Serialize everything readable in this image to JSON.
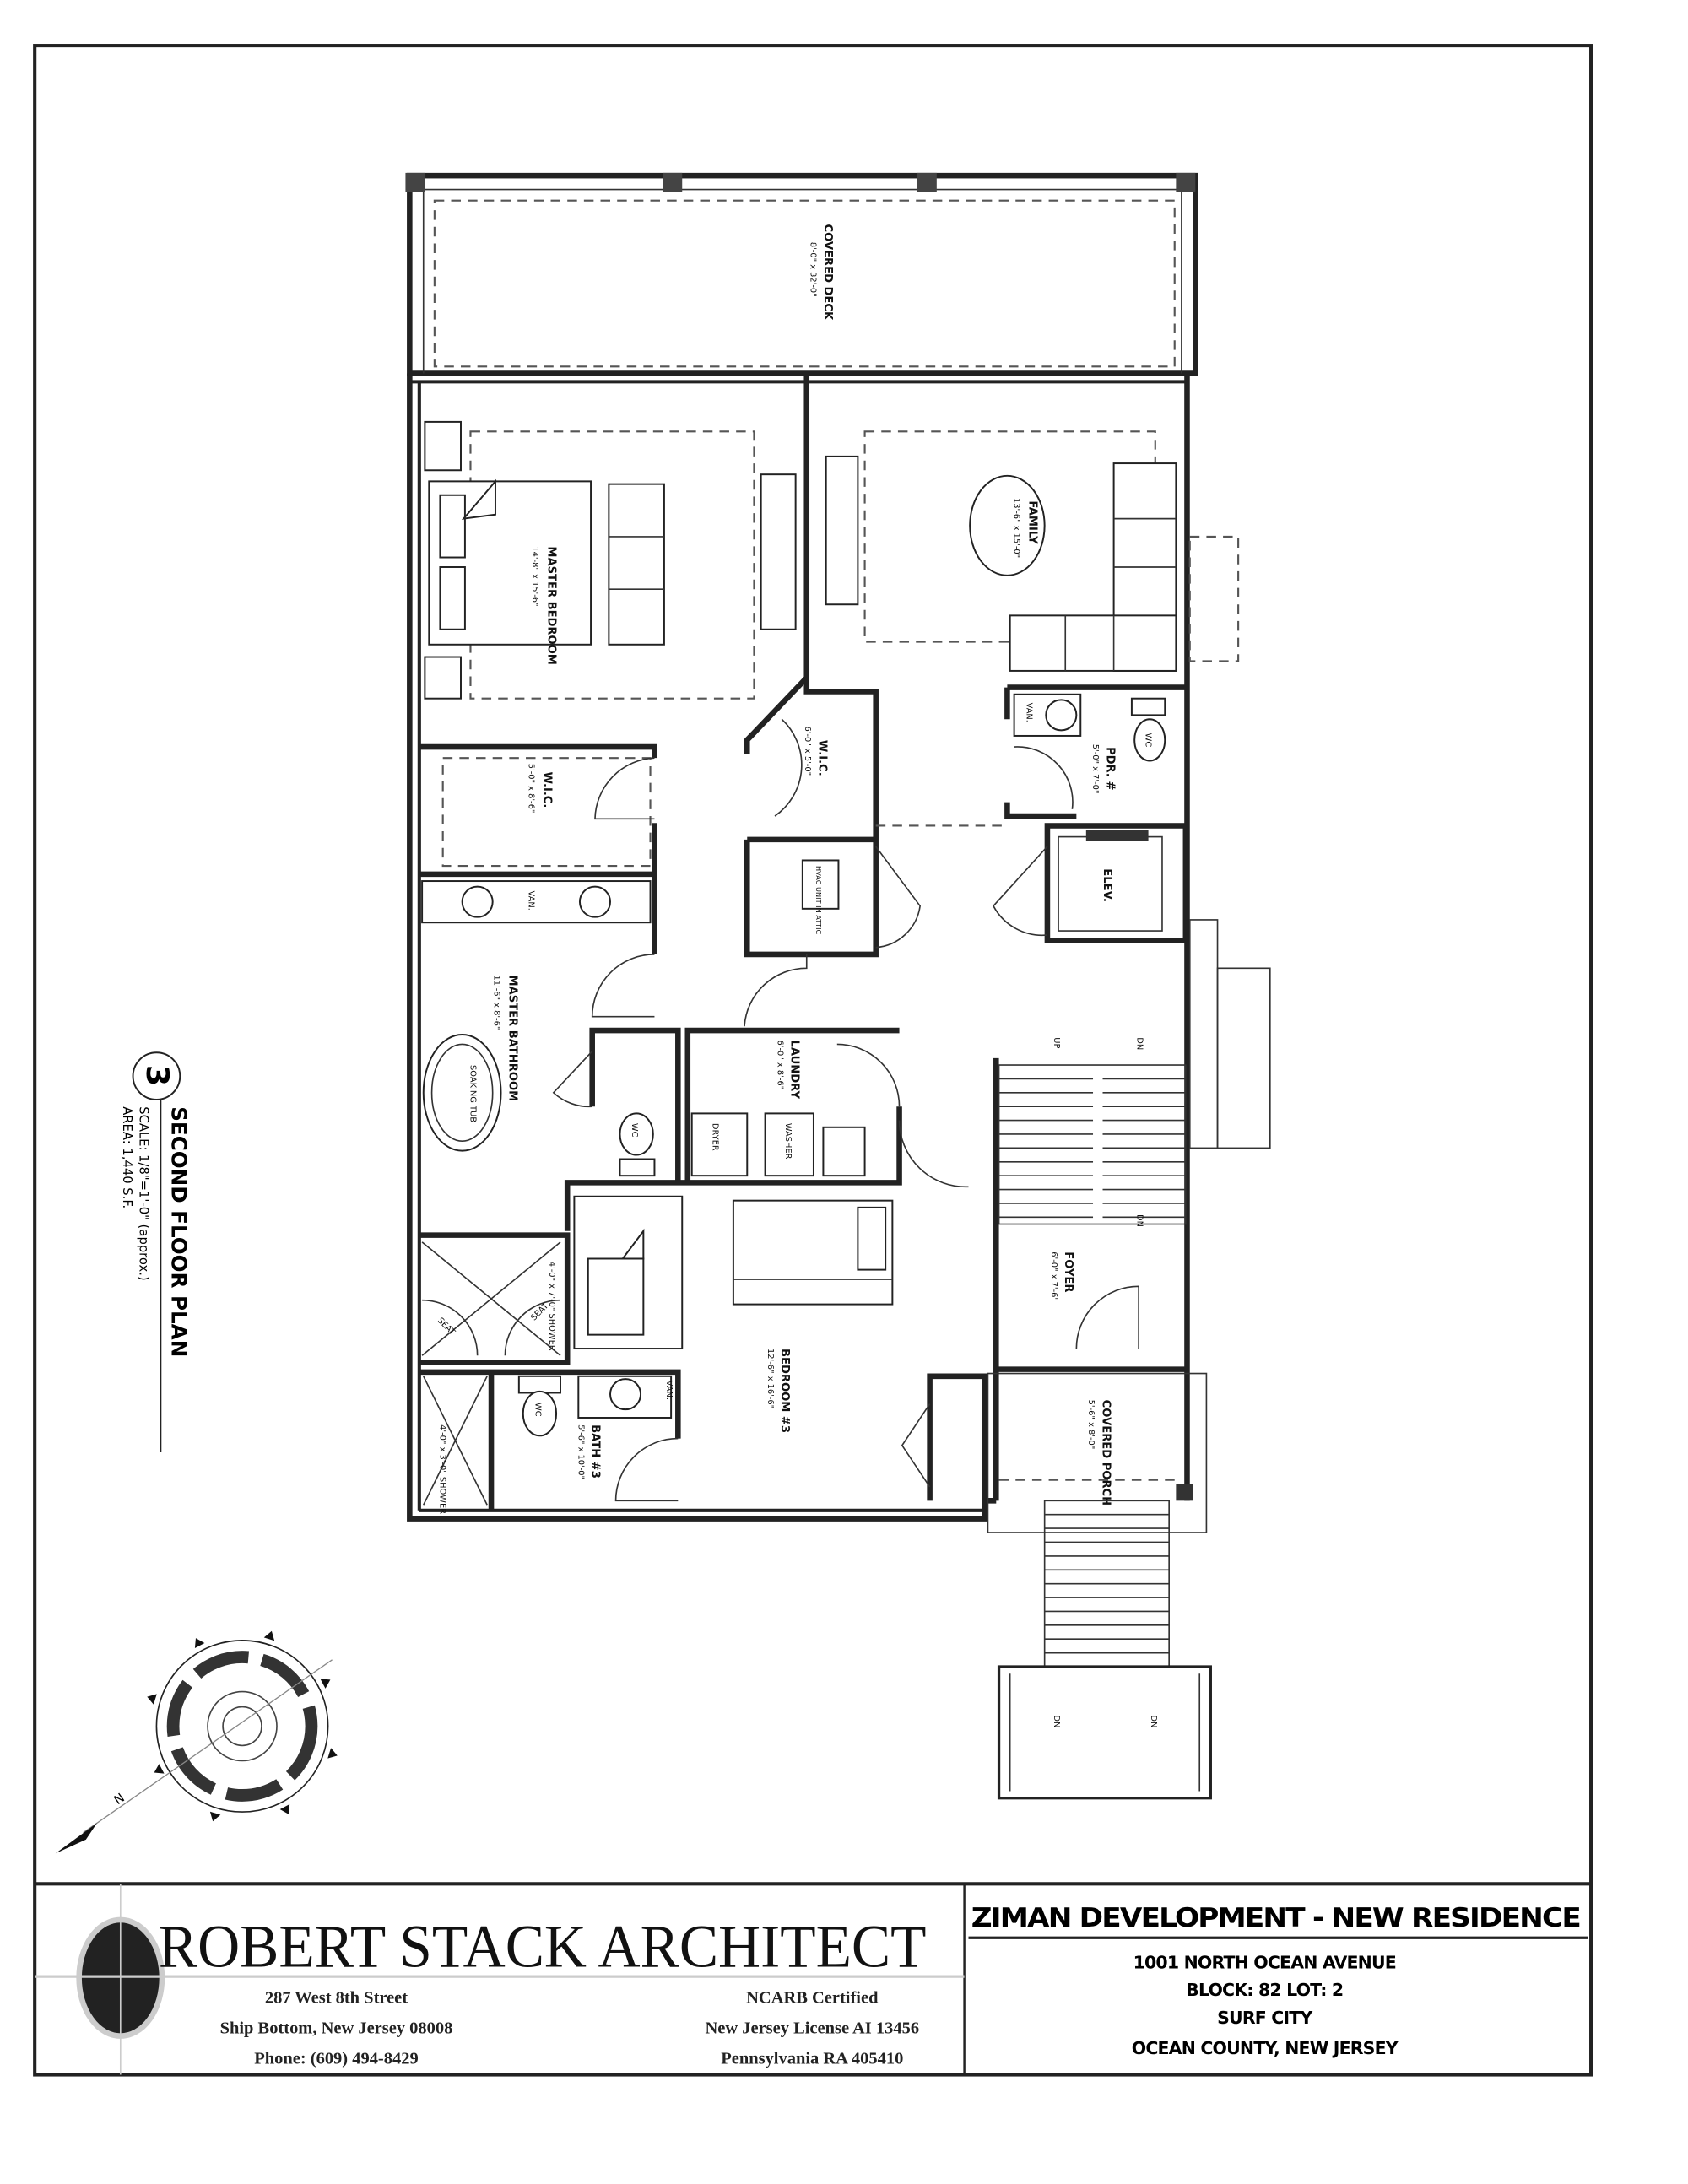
{
  "drawing": {
    "number": "3",
    "title": "SECOND FLOOR PLAN",
    "scale": "SCALE: 1/8\"=1'-0\" (approx.)",
    "area": "AREA: 1,440 S.F."
  },
  "rooms": {
    "covered_deck": {
      "name": "COVERED DECK",
      "dim": "8'-0\" x 32'-0\""
    },
    "master_bedroom": {
      "name": "MASTER BEDROOM",
      "dim": "14'-8\" x 15'-6\""
    },
    "family": {
      "name": "FAMILY",
      "dim": "13'-6\" x 15'-0\""
    },
    "wic_1": {
      "name": "W.I.C.",
      "dim": "5'-0\" x 8'-6\""
    },
    "wic_2": {
      "name": "W.I.C.",
      "dim": "6'-0\" x 5'-0\""
    },
    "pdr": {
      "name": "PDR. #",
      "dim": "5'-0\" x 7'-0\""
    },
    "elev": {
      "name": "ELEV."
    },
    "hvac": {
      "name": "HVAC UNIT IN ATTIC"
    },
    "master_bath": {
      "name": "MASTER BATHROOM",
      "dim": "11'-6\" x 8'-6\""
    },
    "laundry": {
      "name": "LAUNDRY",
      "dim": "6'-0\" x 8'-6\""
    },
    "foyer": {
      "name": "FOYER",
      "dim": "6'-0\" x 7'-6\""
    },
    "bedroom_3": {
      "name": "BEDROOM #3",
      "dim": "12'-6\" x 16'-6\""
    },
    "bath_3": {
      "name": "BATH #3",
      "dim": "5'-6\" x 10'-0\""
    },
    "covered_porch": {
      "name": "COVERED PORCH",
      "dim": "5'-6\" x 8'-0\""
    }
  },
  "fixtures": {
    "van": "VAN.",
    "wc": "WC",
    "soaking_tub": "SOAKING TUB",
    "dryer": "DRYER",
    "washer": "WASHER",
    "shower_1": "4'-0\" x 7'-0\" SHOWER",
    "shower_2": "4'-0\" x 3'-0\" SHOWER",
    "seat": "SEAT",
    "up": "UP",
    "dn": "DN"
  },
  "title_block": {
    "firm": "ROBERT STACK ARCHITECT",
    "address_1": "287 West 8th Street",
    "address_2": "Ship Bottom, New Jersey 08008",
    "phone": "Phone: (609) 494-8429",
    "cert_1": "NCARB Certified",
    "cert_2": "New Jersey License AI 13456",
    "cert_3": "Pennsylvania RA 405410",
    "project": "ZIMAN DEVELOPMENT - NEW RESIDENCE",
    "site_1": "1001 NORTH OCEAN AVENUE",
    "site_2": "BLOCK: 82  LOT: 2",
    "site_3": "SURF CITY",
    "site_4": "OCEAN COUNTY, NEW JERSEY"
  },
  "compass": {
    "north_label": "N"
  }
}
